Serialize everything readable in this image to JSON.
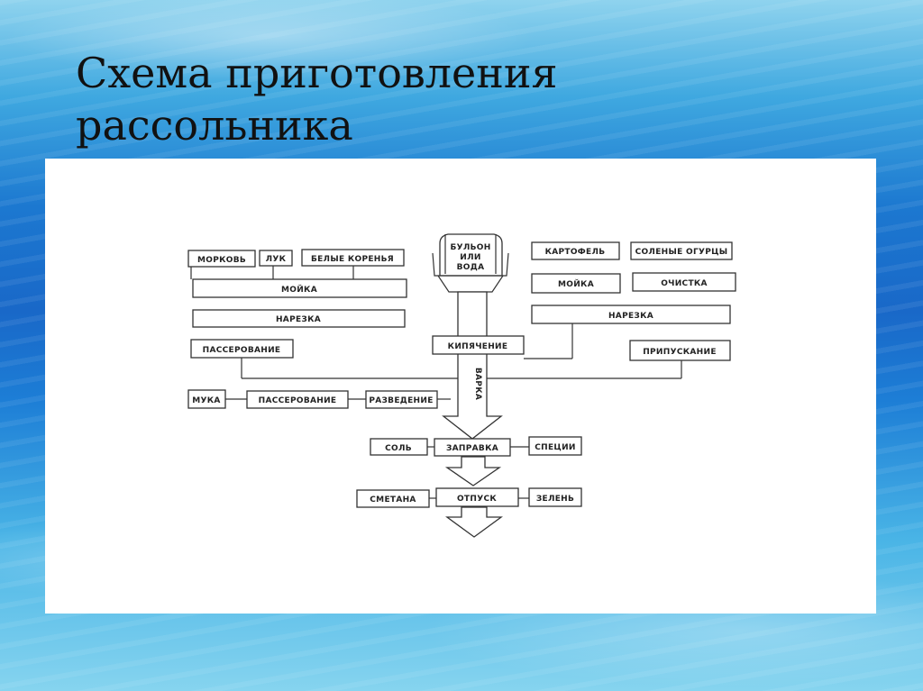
{
  "title": {
    "line1": "Схема приготовления",
    "line2": "рассольника"
  },
  "diagram": {
    "morkov": "МОРКОВЬ",
    "luk": "ЛУК",
    "belye_korenya": "БЕЛЫЕ КОРЕНЬЯ",
    "moyka_left": "МОЙКА",
    "narezka_left": "НАРЕЗКА",
    "passerovanie_top": "ПАССЕРОВАНИЕ",
    "bulyon_1": "БУЛЬОН",
    "bulyon_2": "ИЛИ",
    "bulyon_3": "ВОДА",
    "kartofel": "КАРТОФЕЛЬ",
    "solenye_ogurcy": "СОЛЕНЫЕ ОГУРЦЫ",
    "moyka_right": "МОЙКА",
    "ochistka": "ОЧИСТКА",
    "narezka_right": "НАРЕЗКА",
    "kipyachenie": "КИПЯЧЕНИЕ",
    "pripuskanie": "ПРИПУСКАНИЕ",
    "varka": "ВАРКА",
    "muka": "МУКА",
    "passerovanie_flour": "ПАССЕРОВАНИЕ",
    "razvedenie": "РАЗВЕДЕНИЕ",
    "sol": "СОЛЬ",
    "zapravka": "ЗАПРАВКА",
    "specii": "СПЕЦИИ",
    "smetana": "СМЕТАНА",
    "otpusk": "ОТПУСК",
    "zelen": "ЗЕЛЕНЬ"
  }
}
